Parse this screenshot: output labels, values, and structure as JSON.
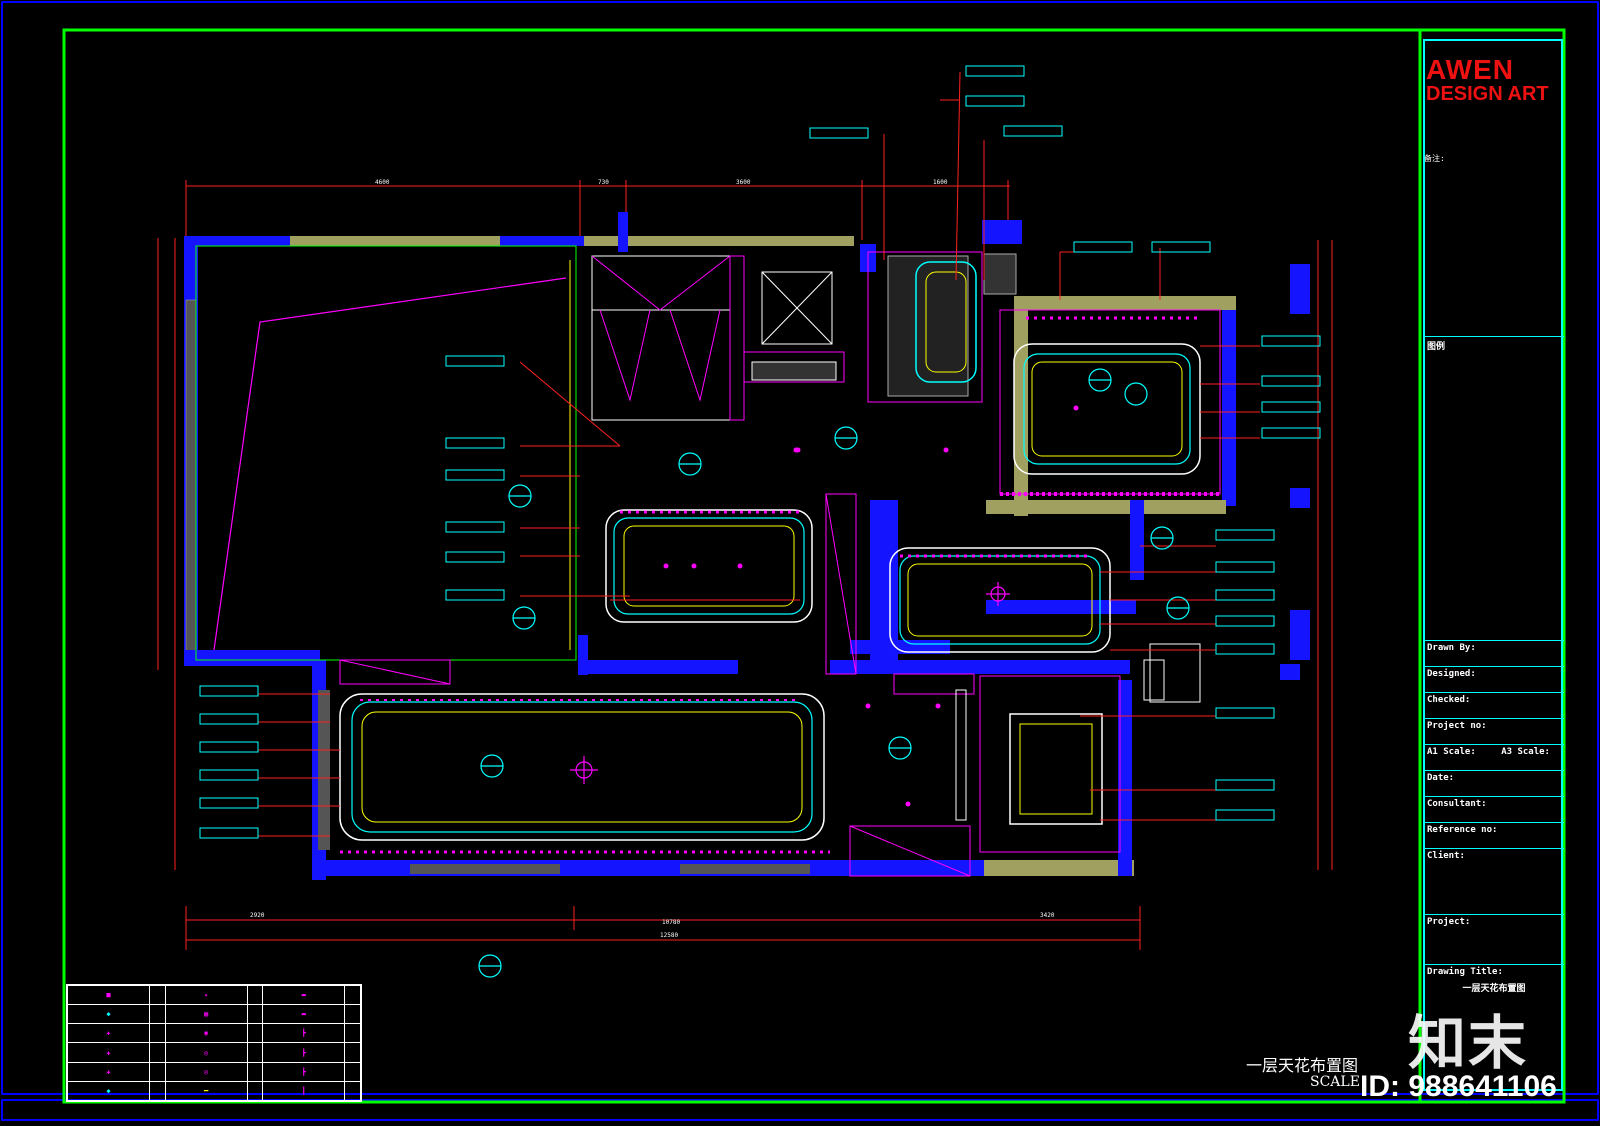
{
  "title_block": {
    "logo_line1": "AWEN",
    "logo_line2": "DESIGN ART",
    "notes_heading": "备注:",
    "legend_heading": "图例",
    "drawn_by_label": "Drawn By:",
    "designed_label": "Designed:",
    "checked_label": "Checked:",
    "project_no_label": "Project no:",
    "a1_scale_label": "A1 Scale:",
    "a3_scale_label": "A3 Scale:",
    "date_label": "Date:",
    "consultant_label": "Consultant:",
    "reference_label": "Reference no:",
    "client_label": "Client:",
    "project_label": "Project:",
    "drawing_title_label": "Drawing Title:",
    "drawing_title_value": "一层天花布置图"
  },
  "sheet": {
    "drawing_title": "一层天花布置图",
    "scale_label": "SCALE"
  },
  "watermark": {
    "brand": "知末",
    "id_text": "ID: 988641106"
  },
  "colors": {
    "background": "#000000",
    "frame": "#00ff00",
    "border_blue": "#0000ff",
    "wall_blue": "#1414ff",
    "cyan": "#00ffff",
    "magenta": "#ff00ff",
    "red": "#ff2020",
    "yellow": "#ffff00",
    "olive": "#a0a060",
    "logo_red": "#e11111"
  },
  "icons": [
    "section-marker-icon",
    "downlight-icon",
    "chandelier-icon",
    "signature-icon"
  ]
}
